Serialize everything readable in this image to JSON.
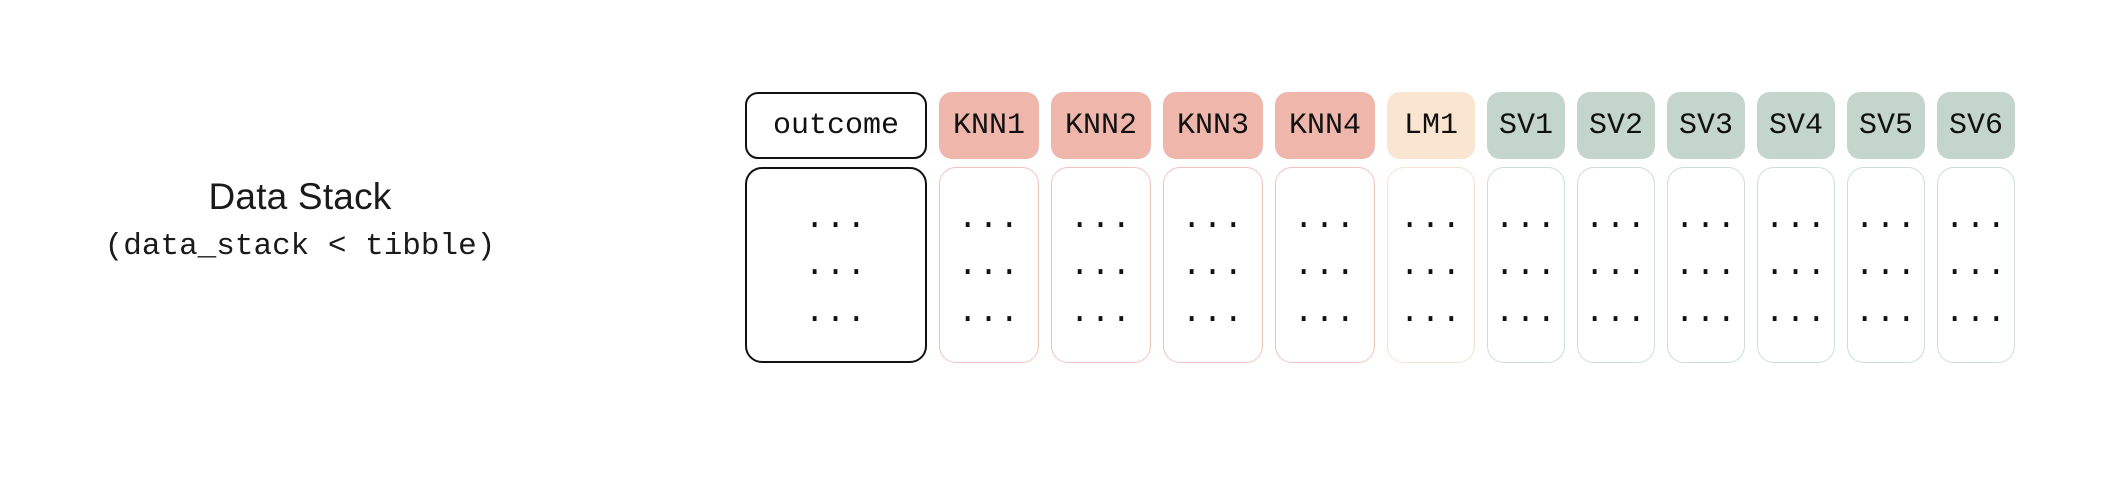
{
  "figure": {
    "background": "#ffffff",
    "label": {
      "title": "Data Stack",
      "subtitle": "(data_stack < tibble)"
    }
  },
  "palette": {
    "outcome_border": "#111111",
    "outcome_fill": "#ffffff",
    "knn_fill": "#EFB6AB",
    "knn_border": "#F3C4BB",
    "lm_fill": "#FAE5D1",
    "lm_border": "#F7E2CE",
    "sv_fill": "#C3D5CC",
    "sv_border": "#CEDCD5",
    "text": "#111111"
  },
  "table": {
    "row_dots": [
      "...",
      "...",
      "..."
    ],
    "columns": [
      {
        "label": "outcome",
        "group": "outcome",
        "width": 182,
        "fill": "#ffffff",
        "border": "#111111"
      },
      {
        "label": "KNN1",
        "group": "knn",
        "width": 100,
        "fill": "#EFB6AB",
        "border": "#F3C4BB"
      },
      {
        "label": "KNN2",
        "group": "knn",
        "width": 100,
        "fill": "#EFB6AB",
        "border": "#F3C4BB"
      },
      {
        "label": "KNN3",
        "group": "knn",
        "width": 100,
        "fill": "#EFB6AB",
        "border": "#F3C4BB"
      },
      {
        "label": "KNN4",
        "group": "knn",
        "width": 100,
        "fill": "#EFB6AB",
        "border": "#F3C4BB"
      },
      {
        "label": "LM1",
        "group": "lm",
        "width": 88,
        "fill": "#FAE5D1",
        "border": "#F7E2CE"
      },
      {
        "label": "SV1",
        "group": "sv",
        "width": 78,
        "fill": "#C3D5CC",
        "border": "#CEDCD5"
      },
      {
        "label": "SV2",
        "group": "sv",
        "width": 78,
        "fill": "#C3D5CC",
        "border": "#CEDCD5"
      },
      {
        "label": "SV3",
        "group": "sv",
        "width": 78,
        "fill": "#C3D5CC",
        "border": "#CEDCD5"
      },
      {
        "label": "SV4",
        "group": "sv",
        "width": 78,
        "fill": "#C3D5CC",
        "border": "#CEDCD5"
      },
      {
        "label": "SV5",
        "group": "sv",
        "width": 78,
        "fill": "#C3D5CC",
        "border": "#CEDCD5"
      },
      {
        "label": "SV6",
        "group": "sv",
        "width": 78,
        "fill": "#C3D5CC",
        "border": "#CEDCD5"
      }
    ]
  }
}
